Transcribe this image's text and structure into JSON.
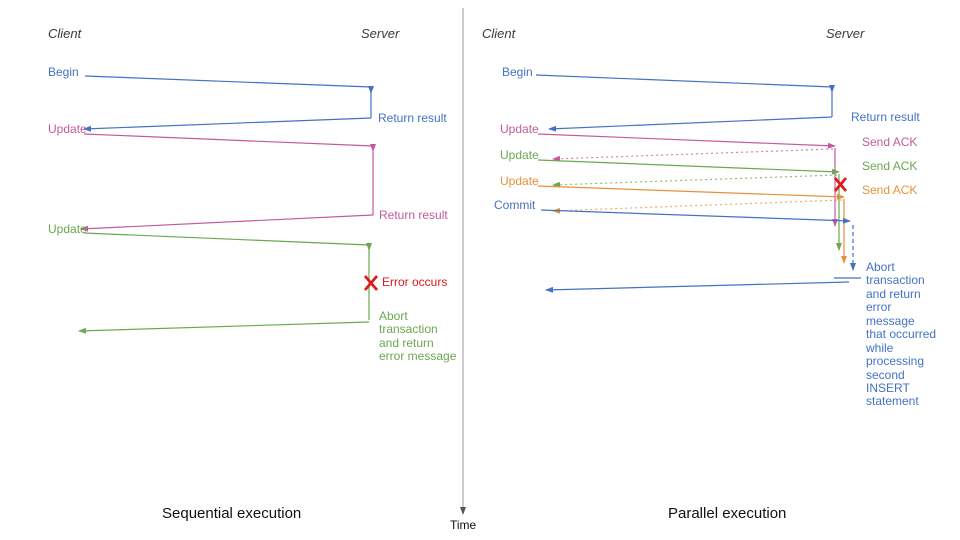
{
  "diagram": {
    "colors": {
      "blue": "#4472c4",
      "pink": "#c45a9e",
      "green": "#6aa84f",
      "orange": "#e6913a",
      "red": "#e01b1b",
      "header_gray": "#3a3a3a",
      "axis_gray": "#9a9a9a"
    },
    "time_axis": {
      "label": "Time"
    },
    "left": {
      "title": "Sequential execution",
      "client_header": "Client",
      "server_header": "Server",
      "begin": "Begin",
      "return_result_1": "Return result",
      "update_1": "Update",
      "return_result_2": "Return result",
      "update_2": "Update",
      "error": "Error occurs",
      "abort": "Abort\ntransaction\nand return\nerror message"
    },
    "right": {
      "title": "Parallel execution",
      "client_header": "Client",
      "server_header": "Server",
      "begin": "Begin",
      "return_result": "Return result",
      "update_1": "Update",
      "send_ack_1": "Send ACK",
      "update_2": "Update",
      "send_ack_2": "Send ACK",
      "update_3": "Update",
      "send_ack_3": "Send ACK",
      "commit": "Commit",
      "abort": "Abort\ntransaction\nand return\nerror\nmessage\nthat occurred\nwhile\nprocessing\nsecond\nINSERT\nstatement"
    }
  }
}
